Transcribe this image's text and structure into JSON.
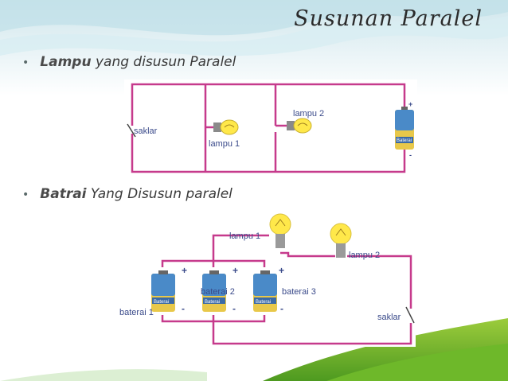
{
  "slide": {
    "title": "Susunan Paralel",
    "bullets": [
      {
        "emphasis": "Lampu",
        "text": " yang disusun Paralel"
      },
      {
        "emphasis": "Batrai",
        "text": " Yang Disusun paralel"
      }
    ]
  },
  "diagram_lamps": {
    "labels": {
      "switch": "saklar",
      "lamp1": "lampu 1",
      "lamp2": "lampu 2",
      "battery": "Baterai",
      "plus": "+",
      "minus": "-"
    }
  },
  "diagram_batteries": {
    "labels": {
      "lamp1": "lampu 1",
      "lamp2": "lampu 2",
      "battery1": "baterai 1",
      "battery2": "baterai 2",
      "battery3": "baterai 3",
      "battery_body": "Baterai",
      "switch": "saklar",
      "plus": "+",
      "minus": "-"
    }
  },
  "colors": {
    "wire": "#c63a8c",
    "label": "#3a4a8a",
    "bulb": "#ffe84a",
    "battery_top": "#4a8ac8",
    "battery_bottom": "#e8c84a"
  }
}
